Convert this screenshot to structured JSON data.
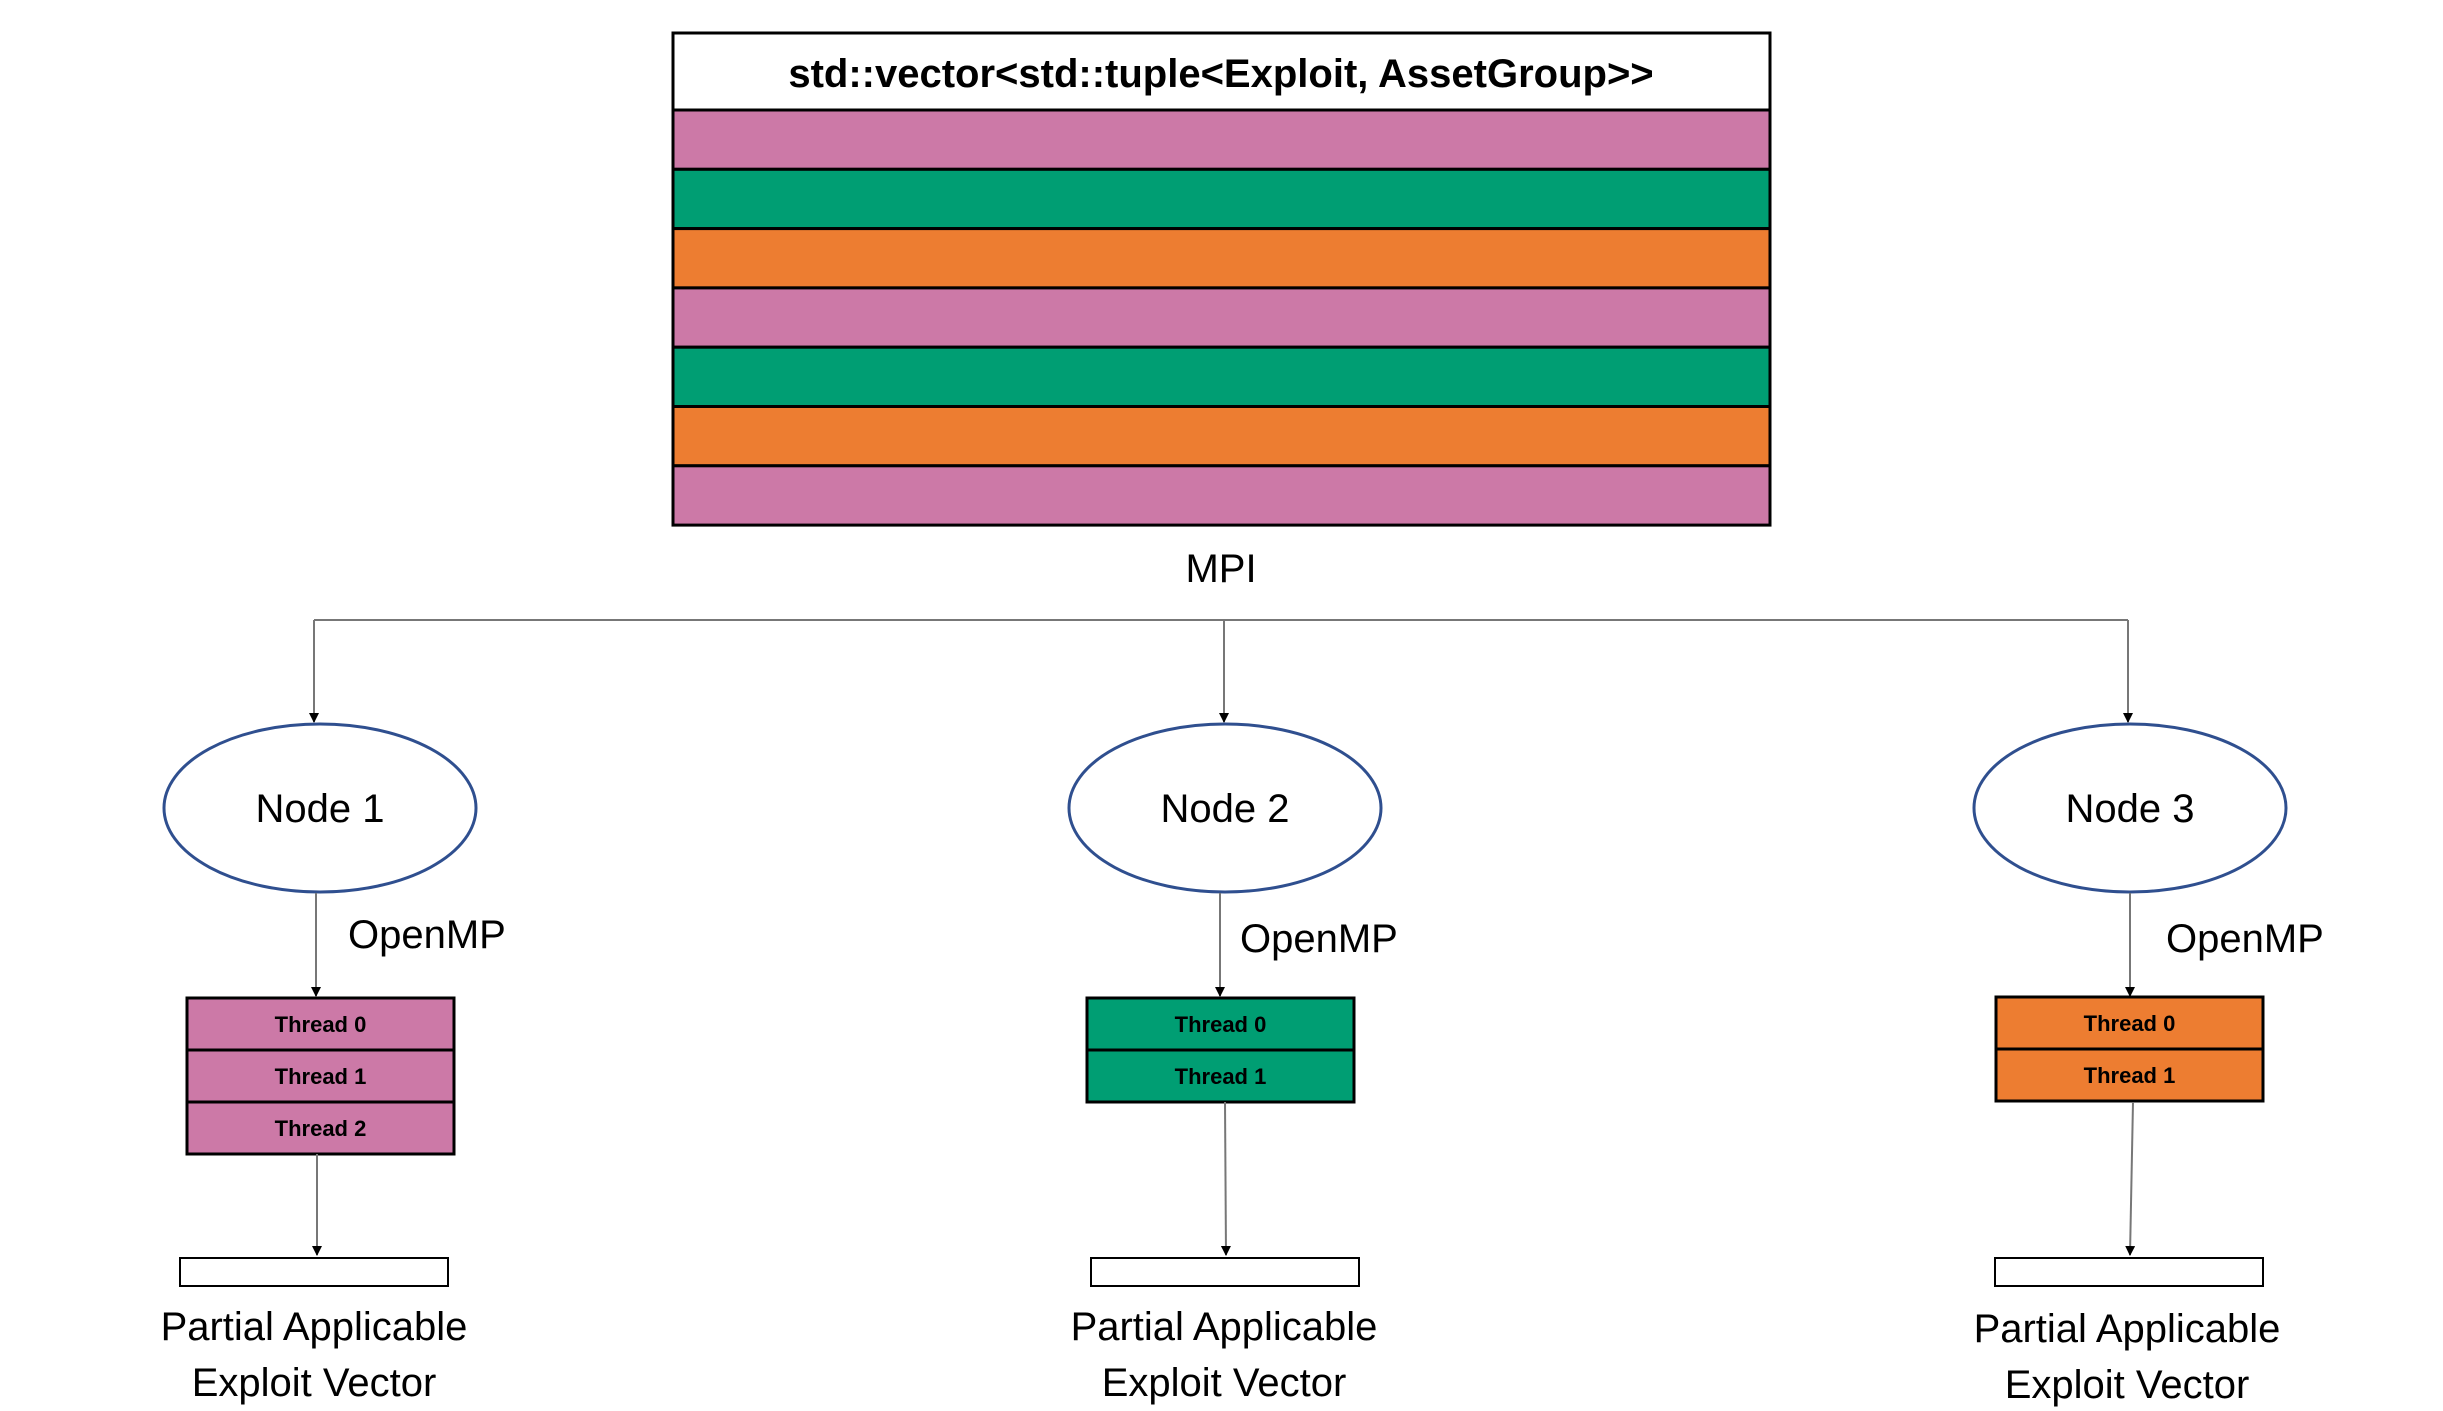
{
  "colors": {
    "pink": "#cc79a7",
    "green": "#009e73",
    "orange": "#ed7d31",
    "ellipse_stroke": "#2f4f8f"
  },
  "vector": {
    "title": "std::vector<std::tuple<Exploit, AssetGroup>>",
    "rows": [
      "pink",
      "green",
      "orange",
      "pink",
      "green",
      "orange",
      "pink"
    ]
  },
  "mpi_label": "MPI",
  "nodes": [
    {
      "label": "Node 1",
      "openmp_label": "OpenMP",
      "thread_color": "pink",
      "threads": [
        "Thread 0",
        "Thread 1",
        "Thread 2"
      ],
      "result_line1": "Partial Applicable",
      "result_line2": "Exploit Vector"
    },
    {
      "label": "Node 2",
      "openmp_label": "OpenMP",
      "thread_color": "green",
      "threads": [
        "Thread 0",
        "Thread 1"
      ],
      "result_line1": "Partial Applicable",
      "result_line2": "Exploit Vector"
    },
    {
      "label": "Node 3",
      "openmp_label": "OpenMP",
      "thread_color": "orange",
      "threads": [
        "Thread 0",
        "Thread 1"
      ],
      "result_line1": "Partial Applicable",
      "result_line2": "Exploit Vector"
    }
  ]
}
